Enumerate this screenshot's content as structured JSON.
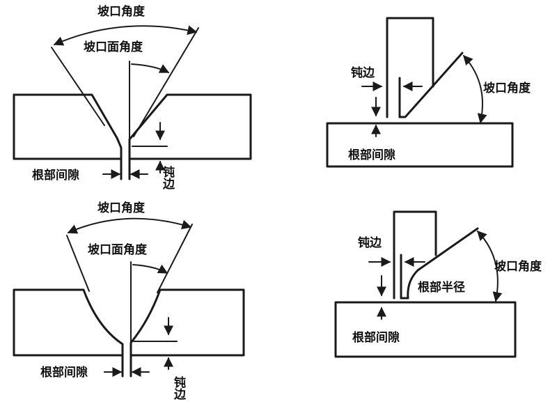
{
  "panels": {
    "top_left": {
      "groove_angle": "坡口角度",
      "bevel_face_angle": "坡口面角度",
      "root_gap": "根部间隙",
      "root_face": "钝边"
    },
    "top_right": {
      "root_face": "钝边",
      "groove_angle": "坡口角度",
      "root_gap": "根部间隙"
    },
    "bottom_left": {
      "groove_angle": "坡口角度",
      "bevel_face_angle": "坡口面角度",
      "root_gap": "根部间隙",
      "root_face": "钝边"
    },
    "bottom_right": {
      "root_face": "钝边",
      "groove_angle": "坡口角度",
      "root_radius": "根部半径",
      "root_gap": "根部间隙"
    }
  }
}
